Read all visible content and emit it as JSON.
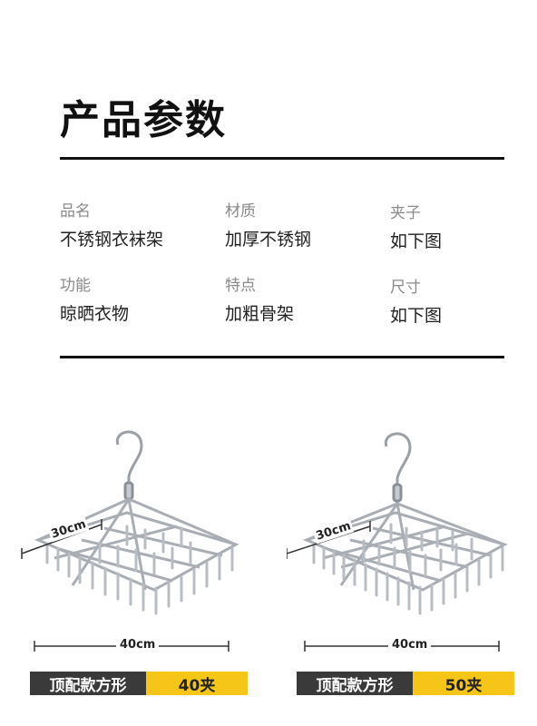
{
  "title": "产品参数",
  "specs": [
    {
      "label": "品名",
      "value": "不锈钢衣袜架"
    },
    {
      "label": "材质",
      "value": "加厚不锈钢"
    },
    {
      "label": "夹子",
      "value": "如下图"
    },
    {
      "label": "功能",
      "value": "晾晒衣物"
    },
    {
      "label": "特点",
      "value": "加粗骨架"
    },
    {
      "label": "尺寸",
      "value": "如下图"
    }
  ],
  "products": [
    {
      "depth": "30cm",
      "width": "40cm",
      "style": "顶配款方形",
      "count": "40夹"
    },
    {
      "depth": "30cm",
      "width": "40cm",
      "style": "顶配款方形",
      "count": "50夹"
    }
  ],
  "colors": {
    "accent": "#f5c518",
    "tag_dark": "#3a3a3a"
  }
}
